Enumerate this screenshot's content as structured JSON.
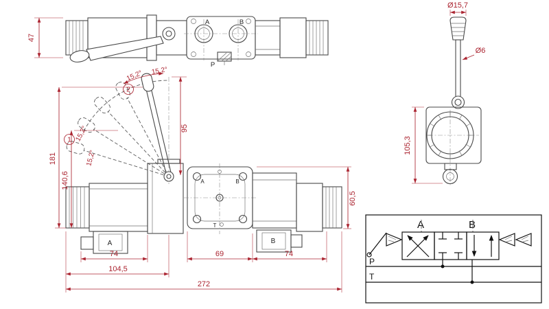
{
  "colors": {
    "dimension": "#ab2430",
    "line": "#474747",
    "schematic": "#111111"
  },
  "top_view": {
    "dim_height": "47",
    "port_a": "A",
    "port_b": "B",
    "port_p": "P"
  },
  "front_view": {
    "dim_total_height": "181",
    "dim_body_height": "140,6",
    "dim_lever": "95",
    "angles": [
      "15,2°",
      "15,2°",
      "15,2°",
      "15,2°"
    ],
    "position_1": "1",
    "position_2": "2",
    "dim_valve_height": "60,5",
    "dim_left": "74",
    "dim_center": "69",
    "dim_right": "74",
    "dim_lever_axis": "104,5",
    "dim_total_width": "272",
    "face_a": "A",
    "face_b": "B",
    "face_t": "T",
    "port_a": "A",
    "port_b": "B"
  },
  "side_view": {
    "dim_knob_diameter": "Ø15,7",
    "dim_rod_diameter": "Ø6",
    "dim_height": "105,3"
  },
  "schematic": {
    "port_a": "A",
    "port_b": "B",
    "port_p": "P",
    "port_t": "T"
  }
}
